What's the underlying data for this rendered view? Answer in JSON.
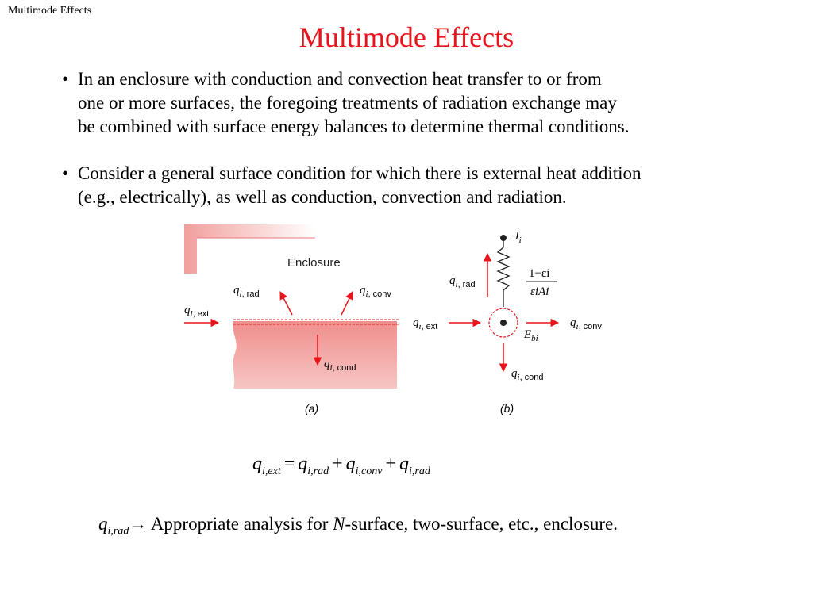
{
  "header": {
    "label": "Multimode Effects"
  },
  "title": "Multimode Effects",
  "bullets": [
    {
      "symbol": "•",
      "lines": [
        "In an enclosure with conduction and convection heat transfer to or from",
        "one or more surfaces, the foregoing treatments of radiation exchange may",
        "be combined with surface energy balances to determine thermal conditions."
      ]
    },
    {
      "symbol": "•",
      "lines": [
        "Consider a general surface condition for which there is external heat addition",
        "(e.g., electrically), as well as conduction, convection and radiation."
      ]
    }
  ],
  "figure": {
    "a": {
      "enclosure_label": "Enclosure",
      "q_rad": {
        "sym": "q",
        "sub": "i",
        "tag": ", rad"
      },
      "q_conv": {
        "sym": "q",
        "sub": "i",
        "tag": ", conv"
      },
      "q_ext": {
        "sym": "q",
        "sub": "i",
        "tag": ", ext"
      },
      "q_cond": {
        "sym": "q",
        "sub": "i",
        "tag": ", cond"
      },
      "caption": "(a)"
    },
    "b": {
      "J": {
        "sym": "J",
        "sub": "i"
      },
      "resistance_num": "1−εi",
      "resistance_den": "εiAi",
      "q_rad": {
        "sym": "q",
        "sub": "i",
        "tag": ", rad"
      },
      "q_ext": {
        "sym": "q",
        "sub": "i",
        "tag": ", ext"
      },
      "q_conv": {
        "sym": "q",
        "sub": "i",
        "tag": ", conv"
      },
      "q_cond": {
        "sym": "q",
        "sub": "i",
        "tag": ", cond"
      },
      "E": {
        "sym": "E",
        "sub": "bi"
      },
      "caption": "(b)"
    }
  },
  "equation": {
    "lhs_sym": "q",
    "lhs_sub": "i,ext",
    "eq": "=",
    "t1_sym": "q",
    "t1_sub": "i,rad",
    "plus1": "+",
    "t2_sym": "q",
    "t2_sub": "i,conv",
    "plus2": "+",
    "t3_sym": "q",
    "t3_sub": "i,rad"
  },
  "note": {
    "sym": "q",
    "sub": "i,rad",
    "arrow": "→",
    "text_before": " Appropriate analysis for ",
    "N": "N",
    "text_after": "-surface, two-surface, etc., enclosure."
  },
  "colors": {
    "title": "#e8141c",
    "arrow": "#e8141c",
    "wall": "#f4a3a0",
    "wall_dark": "#e87b78"
  }
}
